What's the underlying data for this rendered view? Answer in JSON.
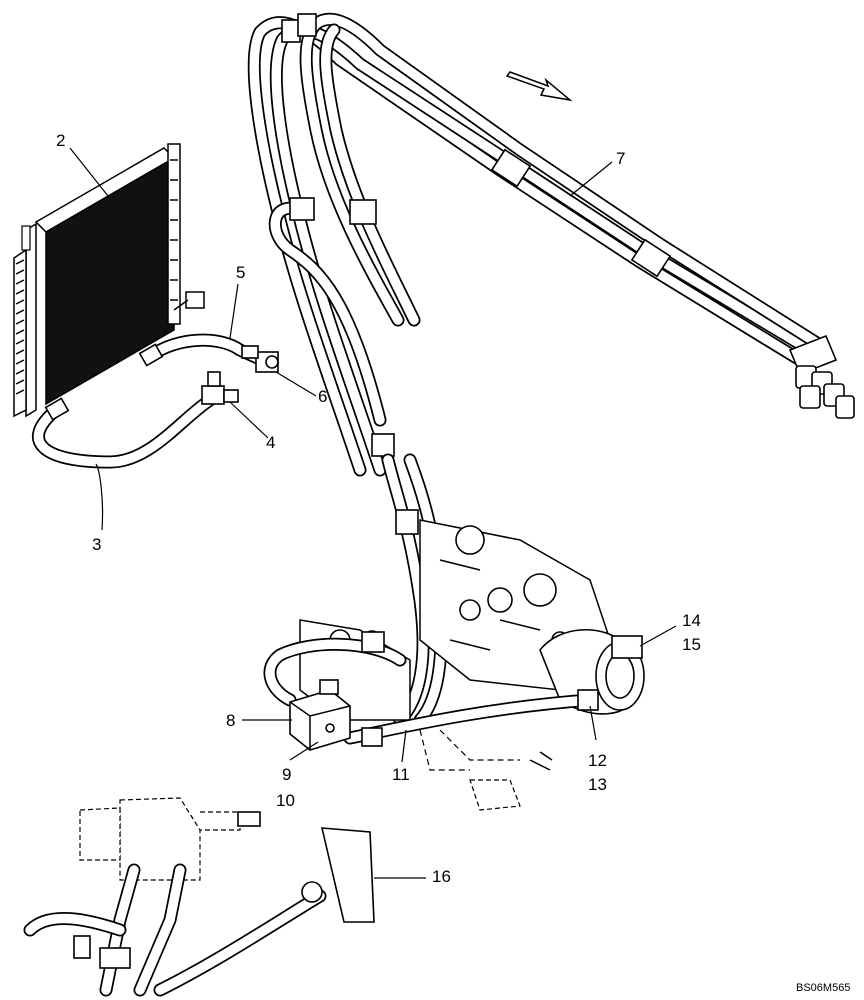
{
  "callouts": {
    "c2": "2",
    "c3": "3",
    "c4": "4",
    "c5": "5",
    "c6": "6",
    "c7": "7",
    "c8": "8",
    "c9": "9",
    "c10": "10",
    "c11": "11",
    "c12": "12",
    "c13": "13",
    "c14": "14",
    "c15": "15",
    "c16": "16"
  },
  "drawing_code": "BS06M565"
}
